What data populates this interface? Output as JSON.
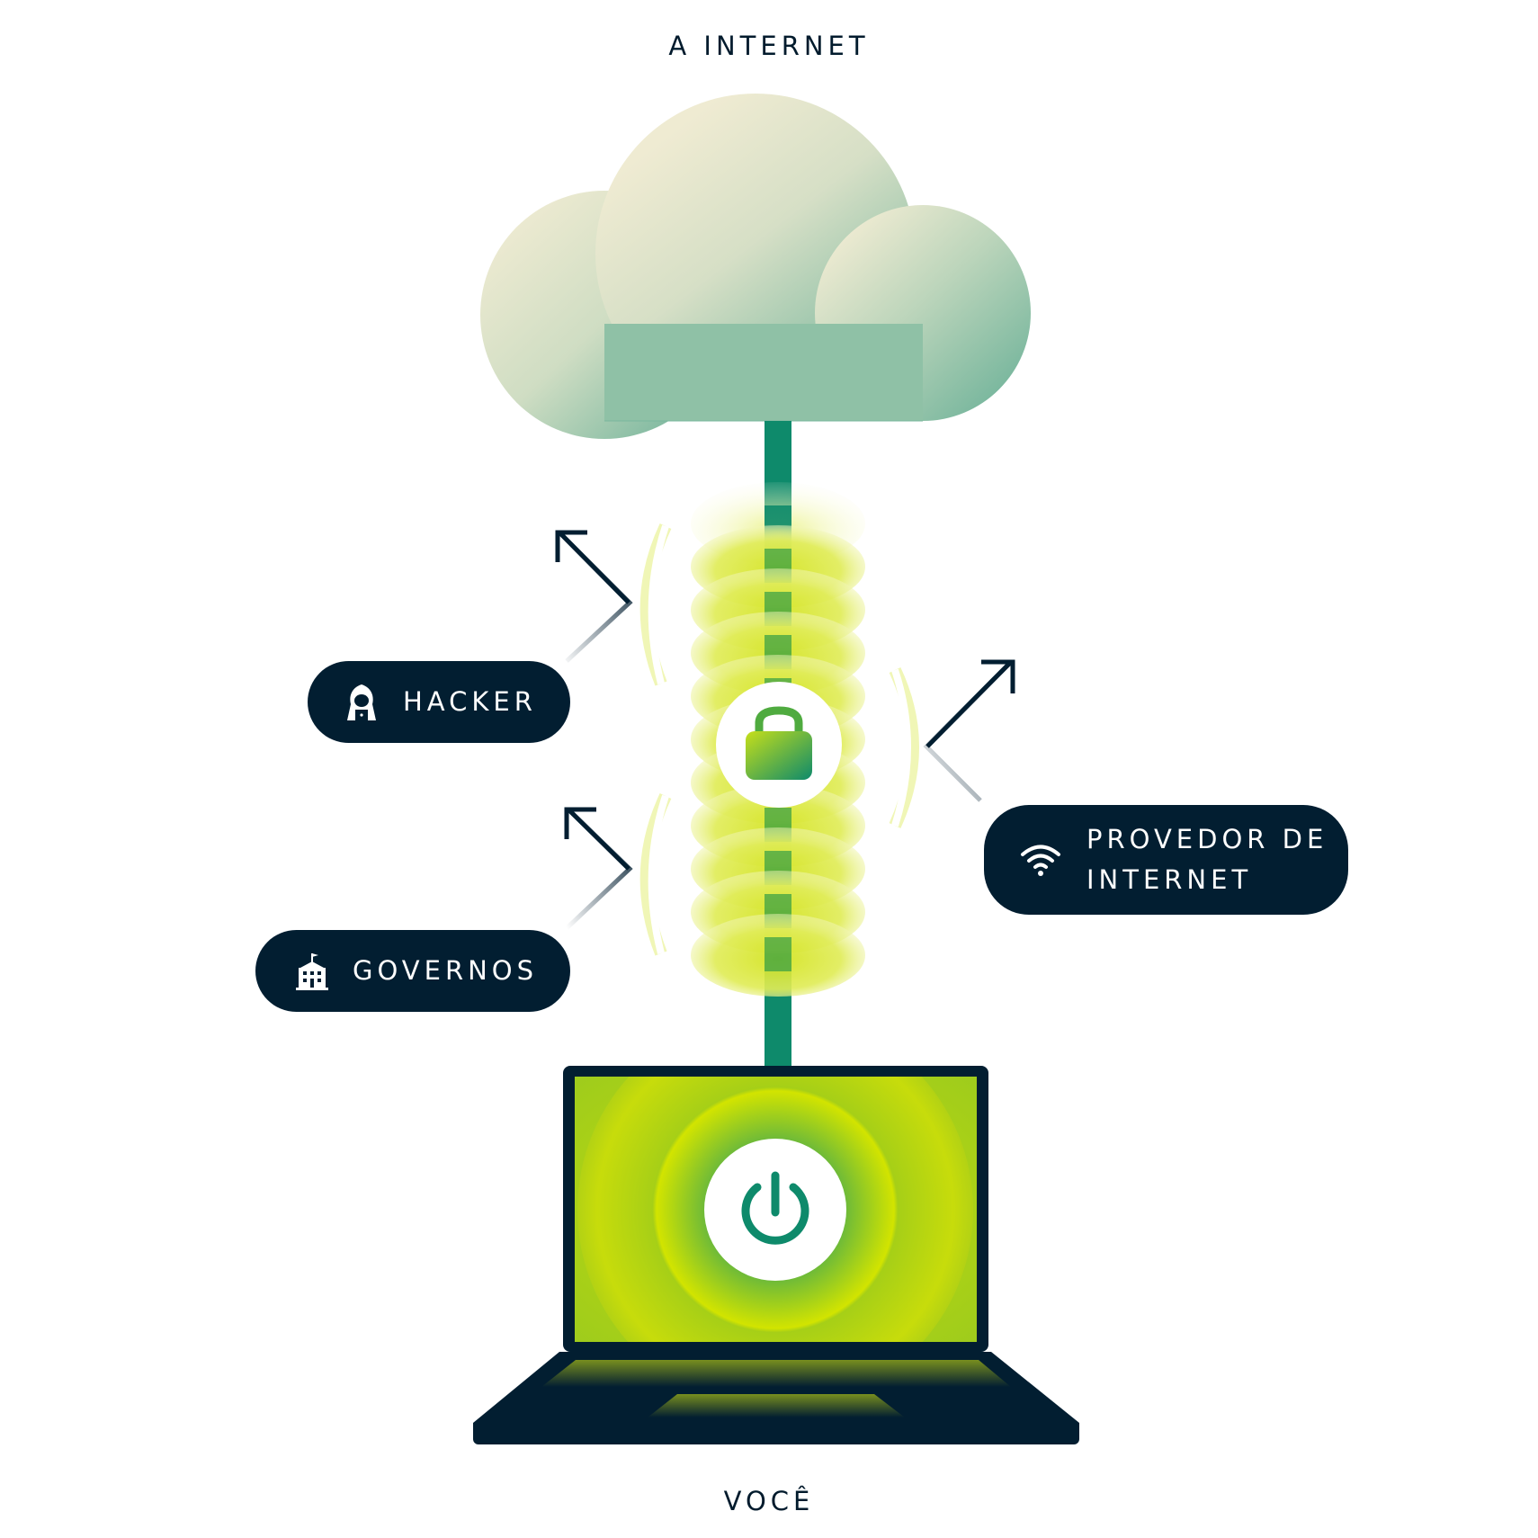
{
  "labels": {
    "top": "A INTERNET",
    "bottom": "VOCÊ"
  },
  "badges": {
    "hacker": {
      "label": "HACKER",
      "icon": "hacker-icon"
    },
    "governments": {
      "label": "GOVERNOS",
      "icon": "government-building-icon"
    },
    "isp": {
      "label": "PROVEDOR DE INTERNET",
      "icon": "wifi-icon"
    }
  },
  "icons": {
    "lock": "lock-icon",
    "power": "power-icon",
    "cloud": "cloud-icon",
    "laptop": "laptop-icon"
  },
  "colors": {
    "navy": "#021e31",
    "teal": "#0e8a6b",
    "lime": "#d4e500",
    "cloud_light": "#efebd2",
    "cloud_dark": "#6fb39a"
  }
}
